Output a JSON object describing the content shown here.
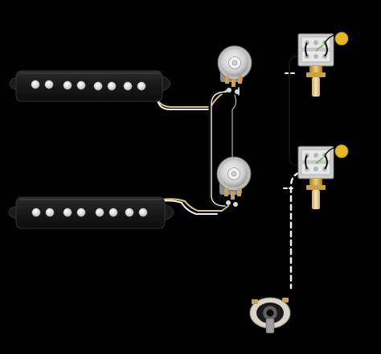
{
  "diagram": {
    "background": "#000000",
    "pickups": [
      {
        "name": "neck-pickup",
        "pole_pieces": 8
      },
      {
        "name": "bridge-pickup",
        "pole_pieces": 8
      }
    ],
    "potentiometers": [
      {
        "name": "volume-pot-neck"
      },
      {
        "name": "volume-pot-bridge"
      }
    ],
    "switches": [
      {
        "name": "push-pull-switch-upper"
      },
      {
        "name": "push-pull-switch-lower"
      }
    ],
    "jack": {
      "name": "output-jack"
    },
    "colors": {
      "pickup_body": "#1b1b1b",
      "pole_piece": "#e6e6e6",
      "wire_white": "#f1f1f1",
      "wire_yellow": "#d9c77a",
      "wire_black": "#111111",
      "pot_casing": "#c9c9c9",
      "solder_lug": "#c7a060",
      "brass": "#d7a93f",
      "capacitor": "#e3b92a",
      "capacitor_lead": "#6cc04a"
    }
  }
}
